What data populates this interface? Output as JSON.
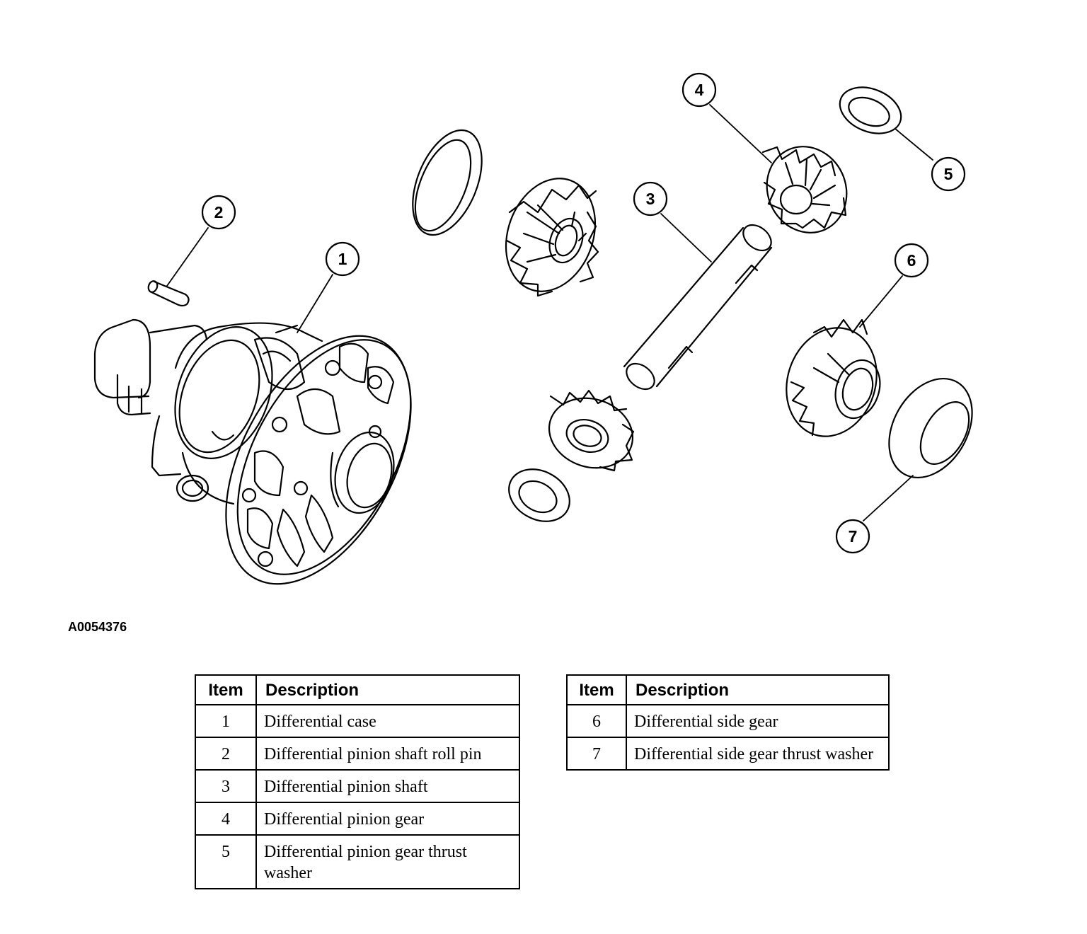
{
  "figure_id": "A0054376",
  "callouts": [
    "1",
    "2",
    "3",
    "4",
    "5",
    "6",
    "7"
  ],
  "legend": {
    "header_item": "Item",
    "header_description": "Description",
    "left": [
      {
        "item": "1",
        "description": "Differential case"
      },
      {
        "item": "2",
        "description": "Differential pinion shaft roll pin"
      },
      {
        "item": "3",
        "description": "Differential pinion shaft"
      },
      {
        "item": "4",
        "description": "Differential pinion gear"
      },
      {
        "item": "5",
        "description": "Differential pinion gear thrust washer"
      }
    ],
    "right": [
      {
        "item": "6",
        "description": "Differential side gear"
      },
      {
        "item": "7",
        "description": "Differential side gear thrust washer"
      }
    ]
  }
}
